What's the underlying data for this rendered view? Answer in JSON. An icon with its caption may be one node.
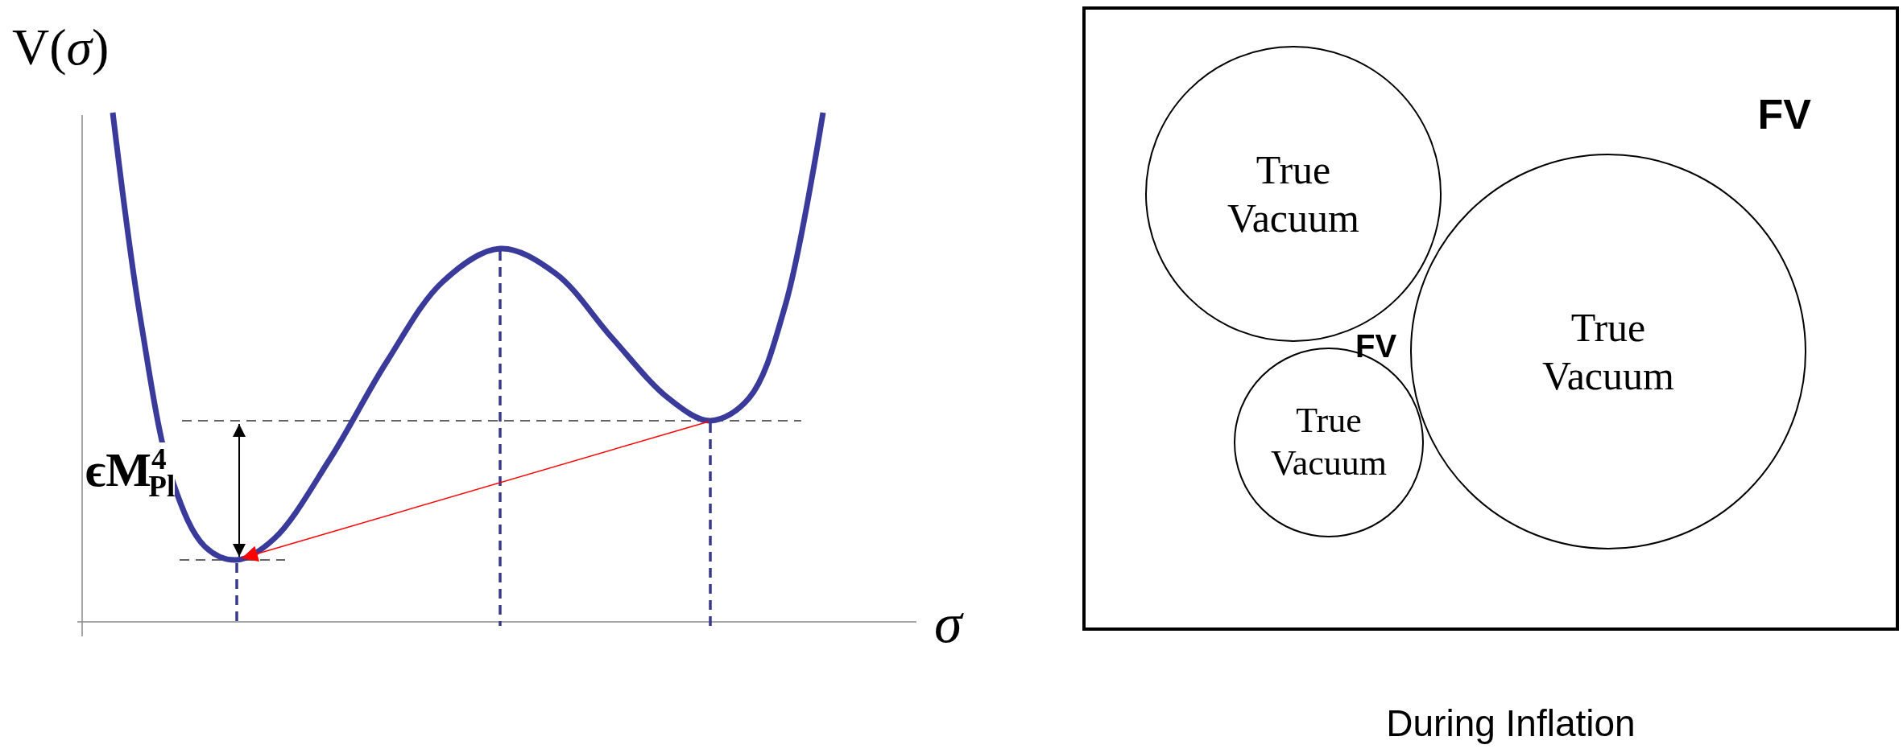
{
  "diagram": {
    "caption": "During Inflation",
    "nodes": [
      {
        "text": [
          "FV"
        ]
      },
      {
        "text": [
          "True Vacuum"
        ],
        "in": 0
      },
      {
        "text": [
          "True Vacuum"
        ],
        "in": 0
      },
      {
        "text": [
          "True Vacuum"
        ],
        "in": 0
      }
    ],
    "labels": [
      "V(*σ*)",
      "ϵM$^{4}$$_{Pl}$",
      "σ",
      "FV"
    ]
  }
}
